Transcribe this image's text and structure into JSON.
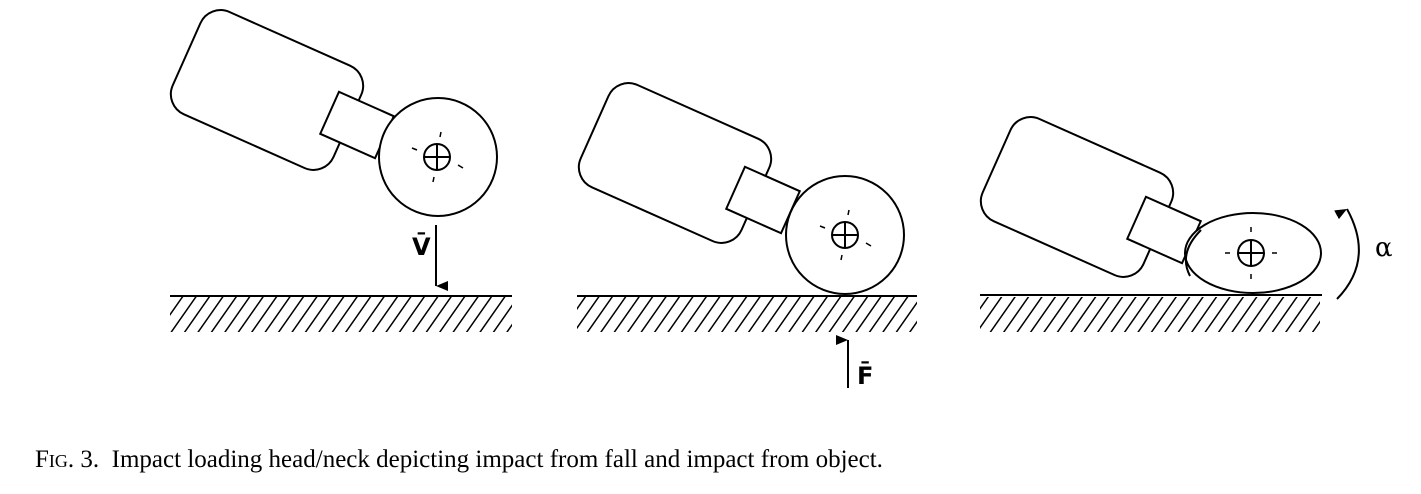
{
  "figure": {
    "panels": [
      {
        "name": "impact-from-fall",
        "label": "V̄"
      },
      {
        "name": "impact-from-object",
        "label": "F̄"
      },
      {
        "name": "rotation",
        "label": "α"
      }
    ],
    "caption": {
      "figure_label": "Fig. 3.",
      "text": "Impact loading head/neck depicting impact from fall and impact from object."
    }
  }
}
